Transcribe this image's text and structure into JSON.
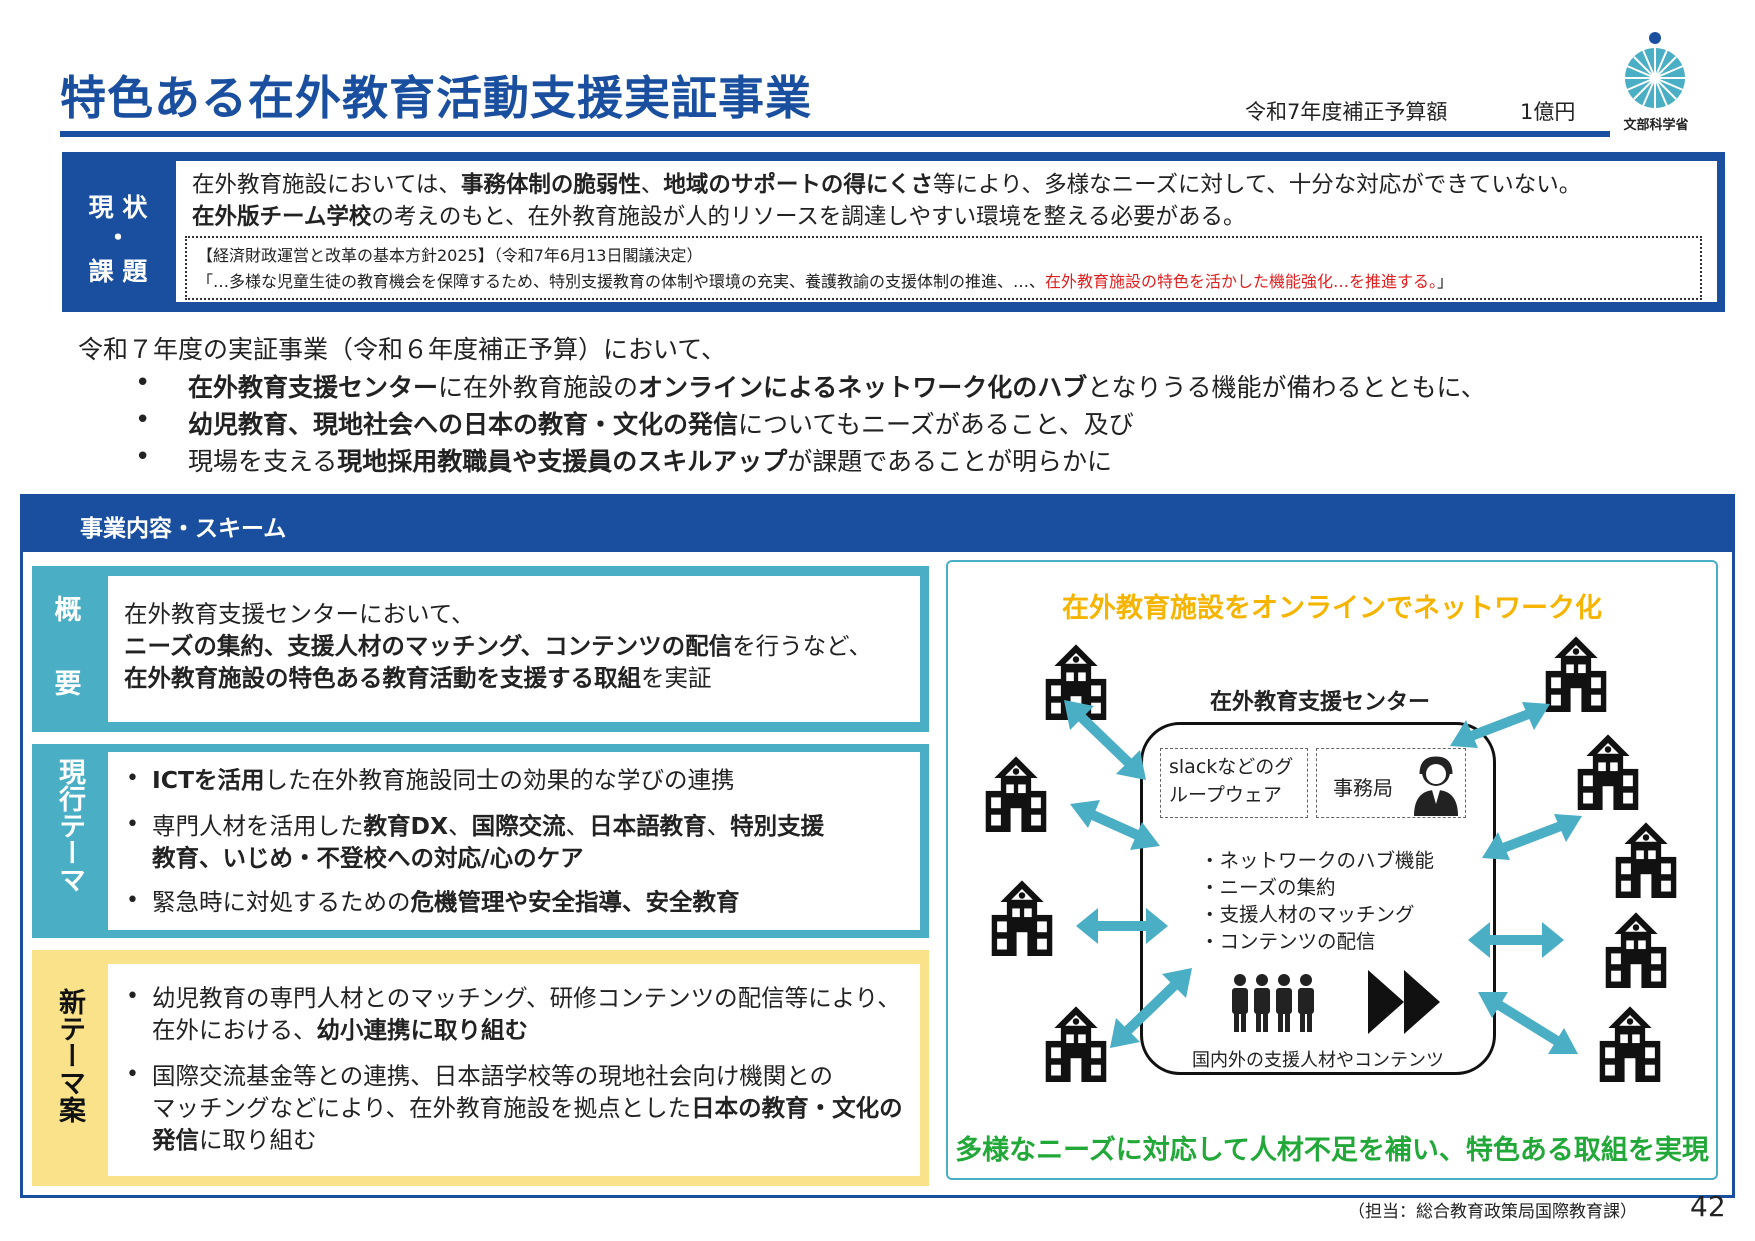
{
  "header": {
    "title": "特色ある在外教育活動支援実証事業",
    "budget_label": "令和7年度補正予算額",
    "budget_value": "1億円",
    "logo_text": "文部科学省"
  },
  "status": {
    "side_top": "現 状",
    "side_mid": "・",
    "side_bottom": "課 題",
    "line1": {
      "a": "在外教育施設においては、",
      "b": "事務体制の脆弱性",
      "c": "、",
      "d": "地域のサポートの得にくさ",
      "e": "等により、多様なニーズに対して、十分な対応ができていない。"
    },
    "line2": {
      "a": "在外版チーム学校",
      "b": "の考えのもと、在外教育施設が人的リソースを調達しやすい環境を整える必要がある。"
    },
    "policy_title": "【経済財政運営と改革の基本方針2025】（令和7年6月13日閣議決定）",
    "policy_quote_a": "「…多様な児童生徒の教育機会を保障するため、特別支援教育の体制や環境の充実、養護教諭の支援体制の推進、…、",
    "policy_quote_b": "在外教育施設の特色を活かした機能強化…を推進する。",
    "policy_quote_c": "」"
  },
  "intro": {
    "lead": "令和７年度の実証事業（令和６年度補正予算）において、",
    "bullet": "•",
    "b1": {
      "a": "在外教育支援センター",
      "b": "に在外教育施設の",
      "c": "オンラインによるネットワーク化のハブ",
      "d": "となりうる機能が備わるとともに、"
    },
    "b2": {
      "a": "幼児教育、現地社会への日本の教育・文化の発信",
      "b": "についてもニーズがあること、及び"
    },
    "b3": {
      "a": "現場を支える",
      "b": "現地採用教職員や支援員のスキルアップ",
      "c": "が課題であることが明らかに"
    }
  },
  "scheme": {
    "header": "事業内容・スキーム",
    "overview": {
      "label_top": "概",
      "label_bottom": "要",
      "l1": "在外教育支援センターにおいて、",
      "l2a": "ニーズの集約、支援人材のマッチング、コンテンツの配信",
      "l2b": "を行うなど、",
      "l3a": "在外教育施設の特色ある教育活動を支援する取組",
      "l3b": "を実証"
    },
    "current": {
      "label": "現行テーマ",
      "i1a": "ICTを活用",
      "i1b": "した在外教育施設同士の効果的な学びの連携",
      "i2a": "専門人材を活用した",
      "i2b": "教育DX",
      "i2c": "、",
      "i2d": "国際交流",
      "i2e": "、",
      "i2f": "日本語教育",
      "i2g": "、",
      "i2h": "特別支援",
      "i2i": "教育、いじめ・不登校への対応/心のケア",
      "i3a": "緊急時に対処するための",
      "i3b": "危機管理や安全指導、安全教育"
    },
    "new": {
      "label": "新テーマ案",
      "i1a": "幼児教育の専門人材とのマッチング、研修コンテンツの配信等により、",
      "i1b": "在外における、",
      "i1c": "幼小連携に取り組む",
      "i2a": "国際交流基金等との連携、日本語学校等の現地社会向け機関との",
      "i2b": "マッチングなどにより、在外教育施設を拠点とした",
      "i2c": "日本の教育・文化の",
      "i2d": "発信",
      "i2e": "に取り組む"
    },
    "diagram": {
      "title": "在外教育施設をオンラインでネットワーク化",
      "center_title": "在外教育支援センター",
      "groupware": "slackなどのグループウェア",
      "office": "事務局",
      "functions": [
        "・ネットワークのハブ機能",
        "・ニーズの集約",
        "・支援人材のマッチング",
        "・コンテンツの配信"
      ],
      "people_label": "国内外の支援人材やコンテンツ",
      "bottom": "多様なニーズに対応して人材不足を補い、特色ある取組を実現",
      "accent": "#4aaec4"
    }
  },
  "footer": {
    "note": "（担当：総合教育政策局国際教育課）",
    "page": "42"
  },
  "colors": {
    "brand": "#1a4fa0",
    "teal": "#4aaec4",
    "yellow": "#f9e28a",
    "orange": "#f4b400",
    "green": "#22a838",
    "red": "#e02020"
  }
}
